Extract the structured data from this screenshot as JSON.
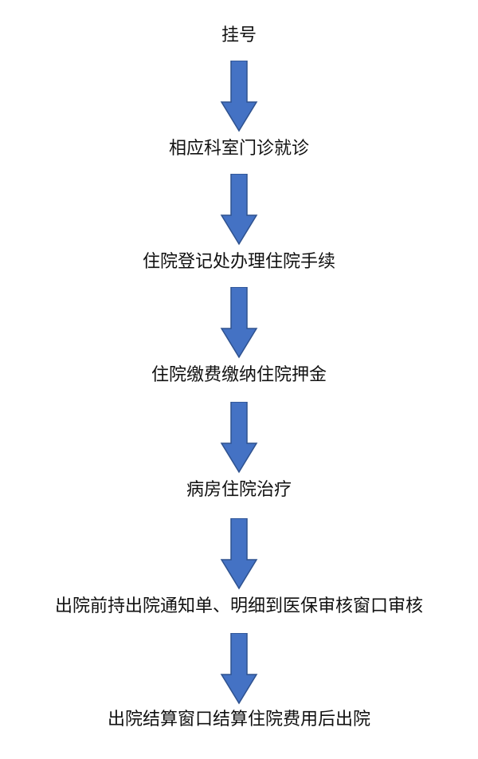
{
  "flowchart": {
    "steps": [
      "挂号",
      "相应科室门诊就诊",
      "住院登记处办理住院手续",
      "住院缴费缴纳住院押金",
      "病房住院治疗",
      "出院前持出院通知单、明细到医保审核窗口审核",
      "出院结算窗口结算住院费用后出院"
    ],
    "colors": {
      "arrow_fill": "#4472C4",
      "arrow_stroke": "#2F528F",
      "text": "#111111"
    }
  }
}
